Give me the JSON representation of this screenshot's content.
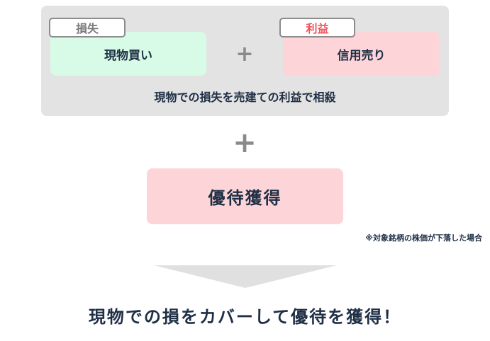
{
  "top": {
    "loss_tag": "損失",
    "profit_tag": "利益",
    "spot_buy": "現物買い",
    "margin_sell": "信用売り",
    "plus": "+",
    "caption": "現物での損失を売建ての利益で相殺"
  },
  "middle": {
    "plus": "+",
    "yutai": "優待獲得",
    "note": "※対象銘柄の株価が下落した場合"
  },
  "result": {
    "text": "現物での損をカバーして優待を獲得！"
  },
  "colors": {
    "panel_bg": "#e3e3e3",
    "green_box": "#d7fbe6",
    "pink_box": "#fdd5d8",
    "tag_border": "#8c8c8c",
    "profit_red": "#f0535c",
    "text_navy": "#1f2f45",
    "arrow_gray": "#e0e0e0"
  }
}
